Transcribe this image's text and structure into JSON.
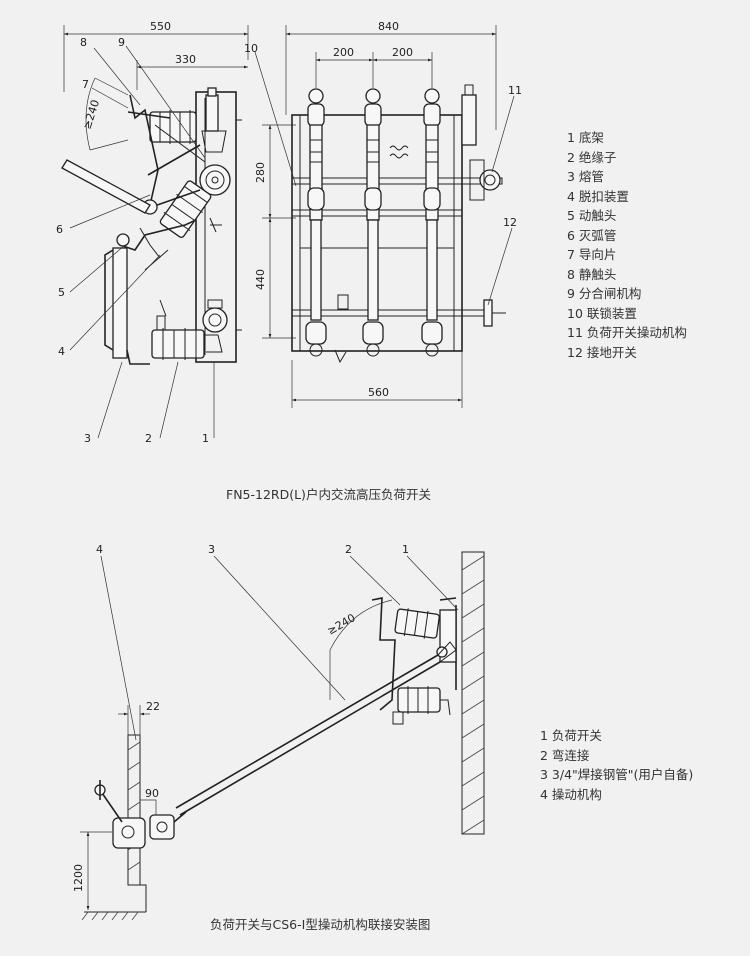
{
  "top_diagram": {
    "dimensions": [
      "550",
      "330",
      "840",
      "200",
      "200",
      "280",
      "440",
      "560",
      "≥240"
    ],
    "callouts": [
      "1",
      "2",
      "3",
      "4",
      "5",
      "6",
      "7",
      "8",
      "9",
      "10",
      "11",
      "12"
    ],
    "caption": "FN5-12RD(L)户内交流高压负荷开关"
  },
  "top_legend": [
    "1 底架",
    "2 绝缘子",
    "3 熔管",
    "4 脱扣装置",
    "5 动触头",
    "6 灭弧管",
    "7 导向片",
    "8 静触头",
    "9 分合闸机构",
    "10 联锁装置",
    "11 负荷开关操动机构",
    "12 接地开关"
  ],
  "bottom_diagram": {
    "dimensions": [
      "≥240",
      "22",
      "90",
      "1200"
    ],
    "callouts": [
      "1",
      "2",
      "3",
      "4"
    ],
    "caption": "负荷开关与CS6-Ⅰ型操动机构联接安装图"
  },
  "bottom_legend": [
    "1 负荷开关",
    "2 弯连接",
    "3 3/4\"焊接钢管\"(用户自备)",
    "4 操动机构"
  ],
  "colors": {
    "background": "#f1f1f1",
    "line": "#222222",
    "text": "#333333"
  }
}
